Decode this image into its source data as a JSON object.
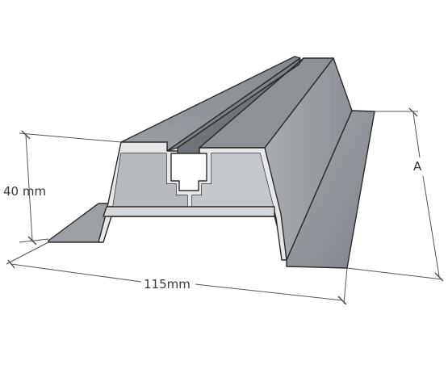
{
  "diagram": {
    "labels": {
      "height": "40 mm",
      "width": "115mm",
      "length": "A"
    }
  }
}
